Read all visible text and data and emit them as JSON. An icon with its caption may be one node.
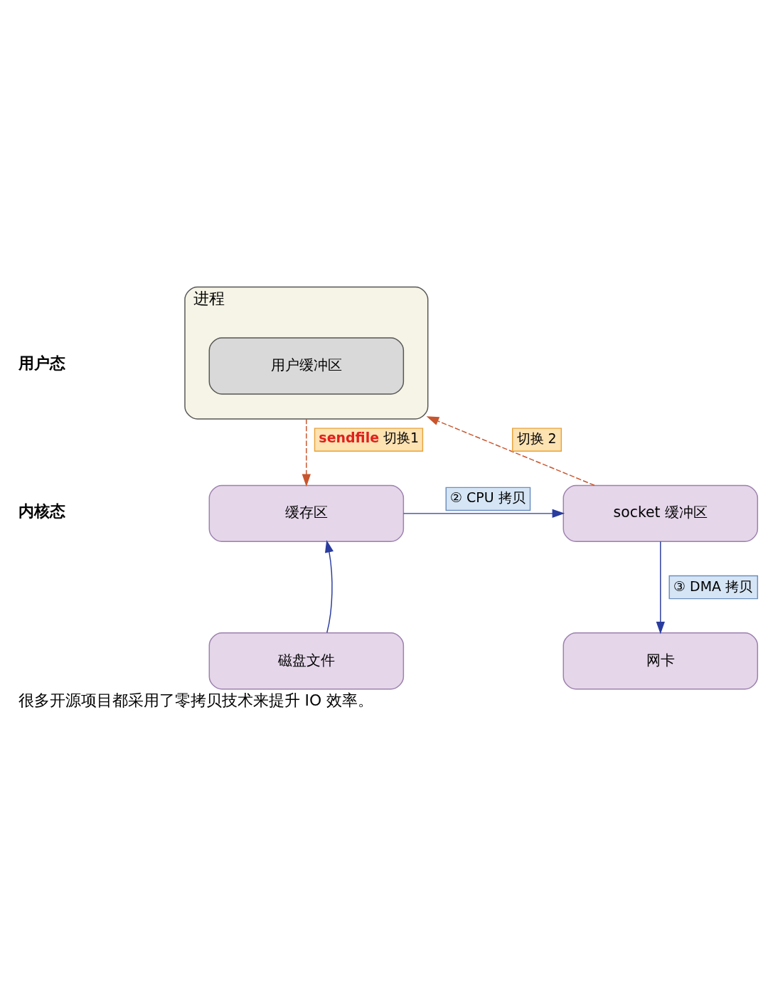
{
  "diagram": {
    "caption": "很多开源项目都采用了零拷贝技术来提升 IO 效率。",
    "nodes": [
      {
        "text": [
          "进程"
        ]
      },
      {
        "text": [
          "用户缓冲区"
        ],
        "in": 0
      },
      {
        "text": [
          "缓存区"
        ]
      },
      {
        "text": [
          "socket 缓冲区"
        ]
      },
      {
        "text": [
          "磁盘文件"
        ]
      },
      {
        "text": [
          "网卡"
        ]
      }
    ],
    "edges": [
      {
        "from": 0,
        "to": 2,
        "arrow": "to",
        "label": "**sendfile** 切换1",
        "style": "dashed",
        "color": "#c8552d"
      },
      {
        "from": 2,
        "to": 3,
        "arrow": "to",
        "label": "② CPU 拷贝"
      },
      {
        "from": 3,
        "to": 0,
        "arrow": "to",
        "label": "切换 2",
        "style": "dashed",
        "color": "#c8552d"
      },
      {
        "from": 4,
        "to": 2,
        "arrow": "to"
      },
      {
        "from": 3,
        "to": 5,
        "arrow": "to",
        "label": "③ DMA 拷贝"
      }
    ],
    "labels": [
      "用户态",
      "内核态"
    ]
  }
}
